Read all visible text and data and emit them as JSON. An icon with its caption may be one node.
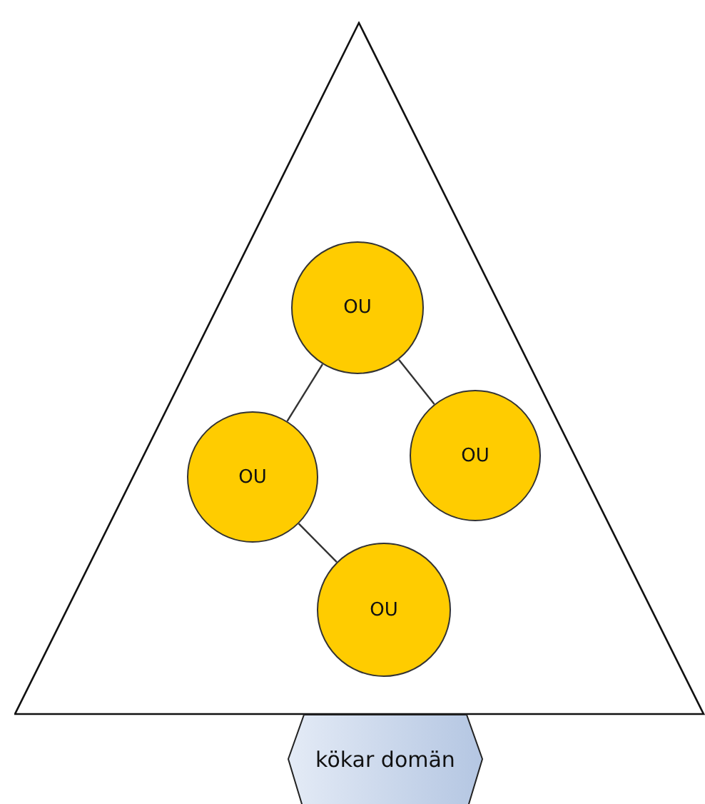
{
  "diagram": {
    "nodes": [
      {
        "text": [],
        "shape": "triangle"
      },
      {
        "text": [
          "OU"
        ],
        "in": 0
      },
      {
        "text": [
          "OU"
        ],
        "in": 0
      },
      {
        "text": [
          "OU"
        ],
        "in": 0
      },
      {
        "text": [
          "OU"
        ],
        "in": 0
      },
      {
        "text": [
          "kökar domän"
        ]
      }
    ],
    "edges": [
      {
        "from": 1,
        "to": 2,
        "arrow": "none"
      },
      {
        "from": 1,
        "to": 3,
        "arrow": "none"
      },
      {
        "from": 2,
        "to": 4,
        "arrow": "none"
      }
    ]
  }
}
